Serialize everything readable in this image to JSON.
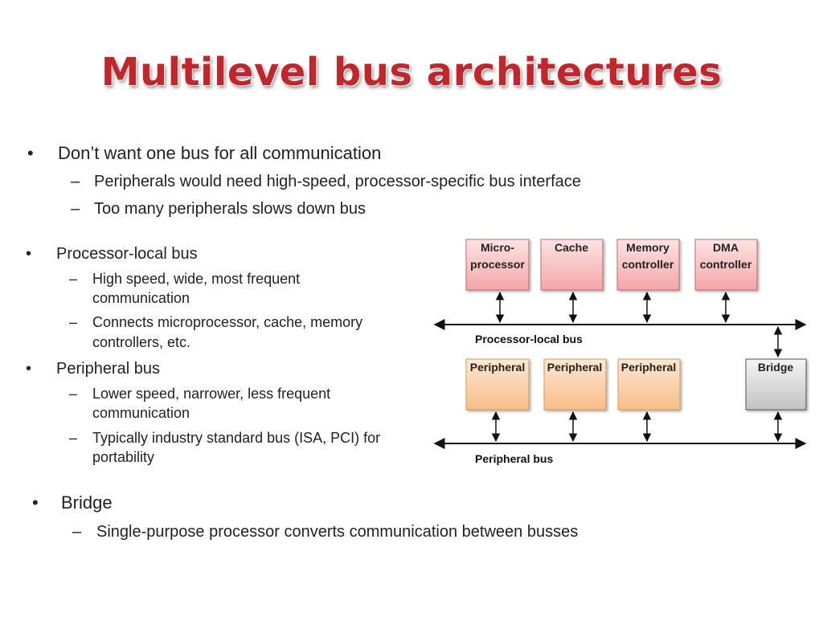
{
  "slide": {
    "title": "Multilevel bus architectures",
    "top_bullets": [
      {
        "bullet": "•",
        "text": "Don’t want one bus for all communication",
        "subs": [
          {
            "dash": "–",
            "text": "Peripherals would need high-speed, processor-specific bus interface"
          },
          {
            "dash": "–",
            "text": "Too many peripherals slows down bus"
          }
        ]
      }
    ],
    "left_bullets": [
      {
        "bullet": "•",
        "text": "Processor-local bus",
        "subs": [
          {
            "dash": "–",
            "line1": "High speed, wide, most frequent",
            "line2": "communication"
          },
          {
            "dash": "–",
            "line1": "Connects microprocessor, cache, memory",
            "line2": "controllers, etc."
          }
        ]
      },
      {
        "bullet": "•",
        "text": "Peripheral bus",
        "subs": [
          {
            "dash": "–",
            "line1": "Lower speed, narrower, less frequent",
            "line2": "communication"
          },
          {
            "dash": "–",
            "line1": "Typically industry standard bus (ISA, PCI) for",
            "line2": "portability"
          }
        ]
      }
    ],
    "bottom_bullets": [
      {
        "bullet": "•",
        "text": "Bridge",
        "subs": [
          {
            "dash": "–",
            "text": "Single-purpose processor converts communication between busses"
          }
        ]
      }
    ]
  },
  "diagram": {
    "top_boxes": [
      {
        "line1": "Micro-",
        "line2": "processor"
      },
      {
        "line1": "Cache",
        "line2": ""
      },
      {
        "line1": "Memory",
        "line2": "controller"
      },
      {
        "line1": "DMA",
        "line2": "controller"
      }
    ],
    "peripheral_boxes": [
      {
        "label": "Peripheral"
      },
      {
        "label": "Peripheral"
      },
      {
        "label": "Peripheral"
      }
    ],
    "bridge_label": "Bridge",
    "processor_bus_label": "Processor-local bus",
    "peripheral_bus_label": "Peripheral bus",
    "colors": {
      "cpu_box_fill_top": "#fde3e3",
      "cpu_box_fill_bottom": "#f4a6a6",
      "cpu_box_stroke": "#c46a6a",
      "periph_fill_top": "#fde7d2",
      "periph_fill_bottom": "#f7be88",
      "periph_stroke": "#d99a5c",
      "bridge_fill_top": "#f4f4f4",
      "bridge_fill_bottom": "#c2c2c2",
      "bridge_stroke": "#555555",
      "title": "#c0272d"
    }
  }
}
